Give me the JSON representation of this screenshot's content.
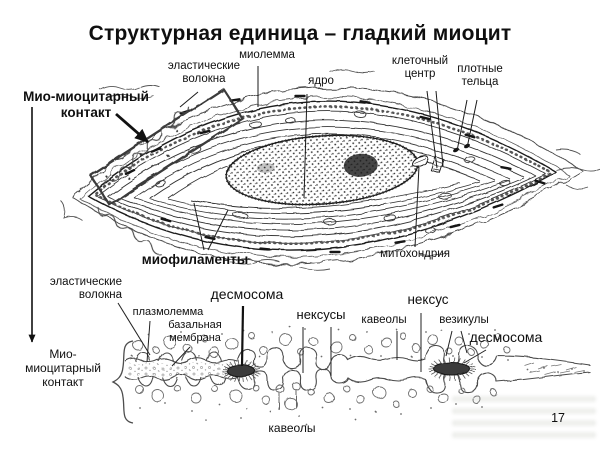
{
  "slide": {
    "title": "Структурная единица – гладкий миоцит",
    "page_number": "17"
  },
  "colors": {
    "ink": "#111111",
    "sketch": "#555555",
    "background": "#ffffff"
  },
  "cell_diagram": {
    "labels": {
      "myolemma": "миолемма",
      "elastic_fibers": "эластические\nволокна",
      "nucleus": "ядро",
      "cell_center": "клеточный\nцентр",
      "dense_bodies": "плотные\nтельца",
      "myo_myocyte_contact": "Мио-миоцитарный\nконтакт",
      "myofilaments": "миофиламенты",
      "mitochondria": "митохондрия"
    }
  },
  "membrane_diagram": {
    "labels": {
      "elastic_fibers": "эластические\nволокна",
      "plasmolemma": "плазмолемма",
      "basal_membrane": "базальная\nмембрана",
      "desmosome_left": "десмосома",
      "nexuses": "нексусы",
      "caveolae_top": "кавеолы",
      "nexus": "нексус",
      "vesicles": "везикулы",
      "desmosome_right": "десмосома",
      "myo_myocyte_contact": "Мио-\nмиоцитарный\nконтакт",
      "caveolae_bottom": "кавеолы"
    }
  }
}
